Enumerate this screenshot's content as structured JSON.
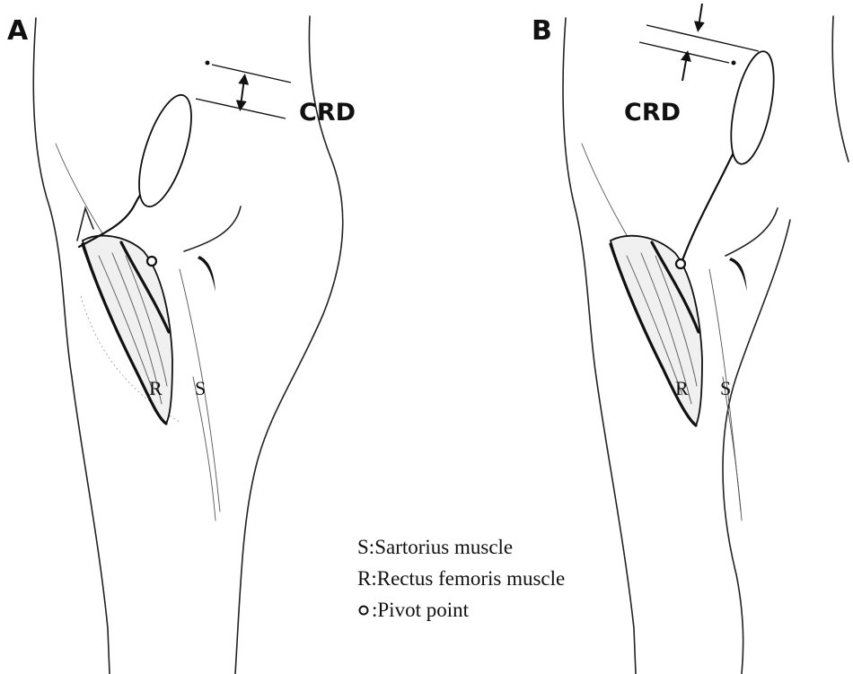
{
  "panels": [
    {
      "label": "A",
      "crd_label": "CRD",
      "muscle_r": "R",
      "muscle_s": "S"
    },
    {
      "label": "B",
      "crd_label": "CRD",
      "muscle_r": "R",
      "muscle_s": "S"
    }
  ],
  "legend": [
    {
      "symbol": "S:",
      "text": "Sartorius muscle"
    },
    {
      "symbol": "R:",
      "text": "Rectus femoris muscle"
    },
    {
      "symbol": "o",
      "text": ":Pivot point"
    }
  ],
  "colors": {
    "ink": "#111111",
    "paper": "#ffffff"
  }
}
